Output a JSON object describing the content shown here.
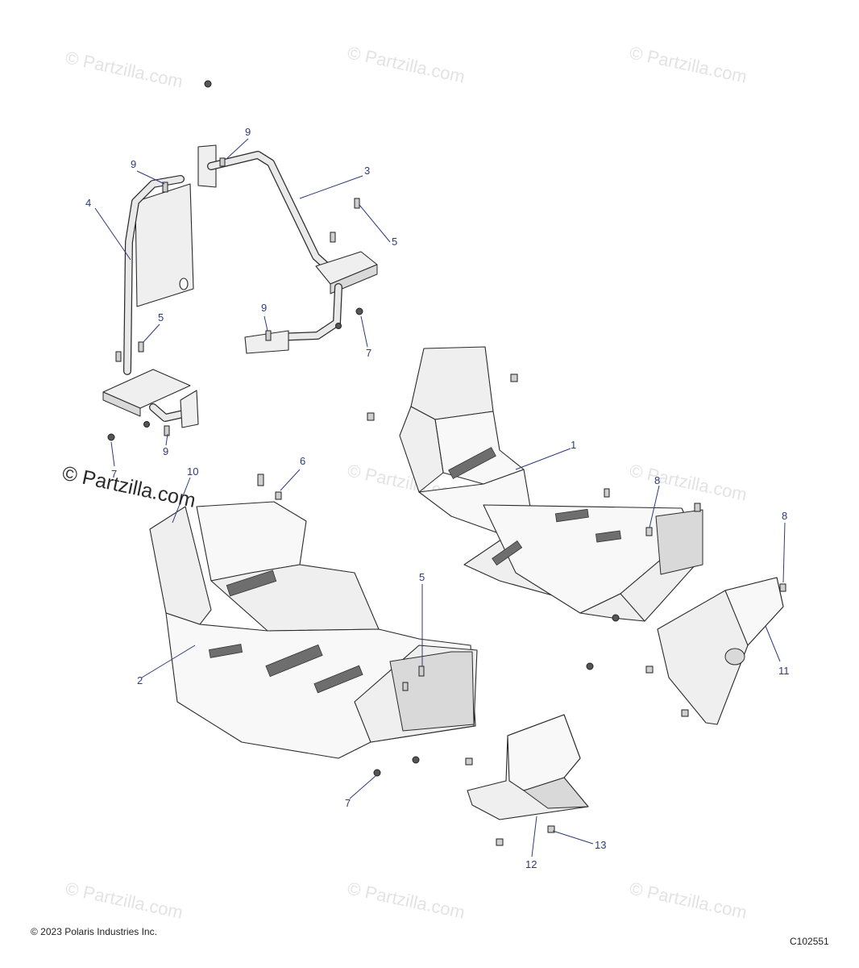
{
  "watermark": {
    "text": "© Partzilla.com",
    "big_text": "© Partzilla.com"
  },
  "callouts": {
    "c1": "1",
    "c2": "2",
    "c3": "3",
    "c4": "4",
    "c5a": "5",
    "c5b": "5",
    "c5c": "5",
    "c6": "6",
    "c7a": "7",
    "c7b": "7",
    "c7c": "7",
    "c8a": "8",
    "c8b": "8",
    "c9a": "9",
    "c9b": "9",
    "c9c": "9",
    "c9d": "9",
    "c10": "10",
    "c11": "11",
    "c12": "12",
    "c13": "13"
  },
  "footer": {
    "copyright": "© 2023 Polaris Industries Inc.",
    "diagram_code": "C102551"
  }
}
